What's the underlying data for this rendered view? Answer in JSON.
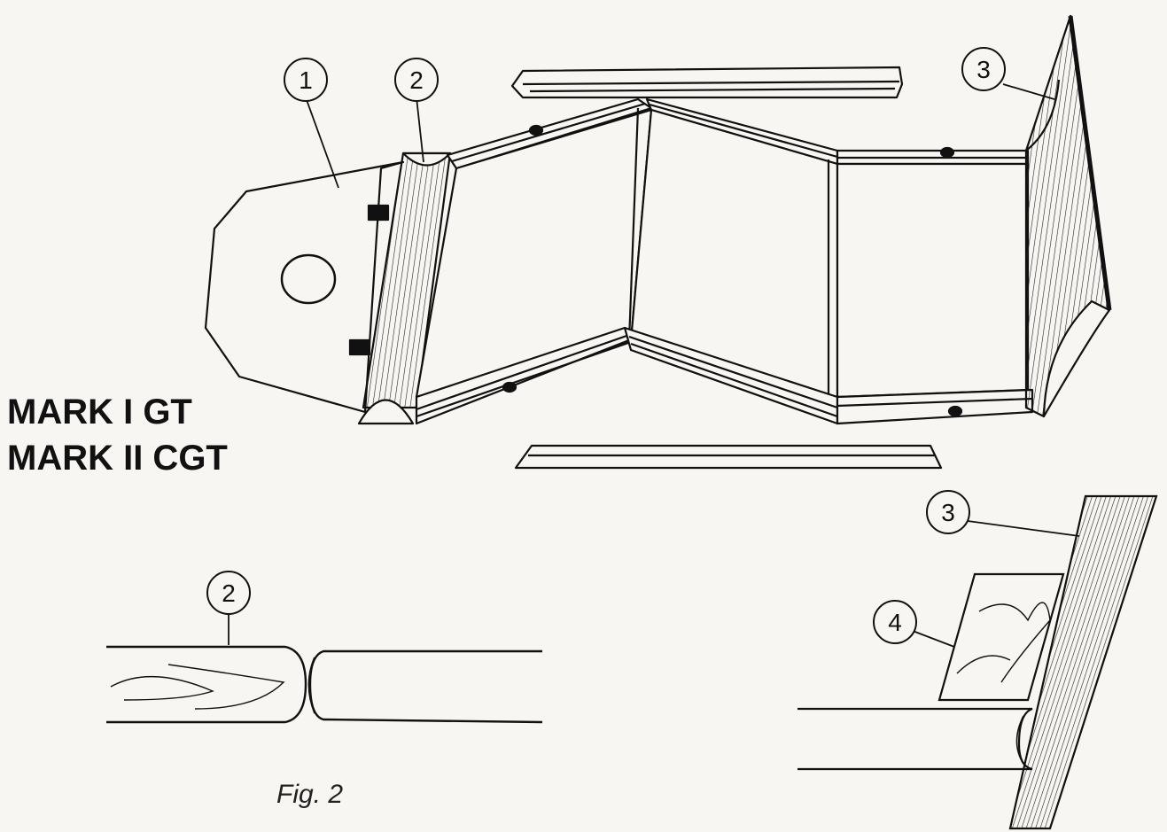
{
  "labels": {
    "model_line_1": "MARK I GT",
    "model_line_2": "MARK II CGT",
    "figure_caption": "Fig. 2"
  },
  "callouts": [
    {
      "id": "1",
      "text": "1"
    },
    {
      "id": "2",
      "text": "2"
    },
    {
      "id": "3",
      "text": "3"
    },
    {
      "id": "2b",
      "text": "2"
    },
    {
      "id": "3b",
      "text": "3"
    },
    {
      "id": "4",
      "text": "4"
    }
  ],
  "colors": {
    "ink": "#111111",
    "paper": "#f7f6f2"
  }
}
